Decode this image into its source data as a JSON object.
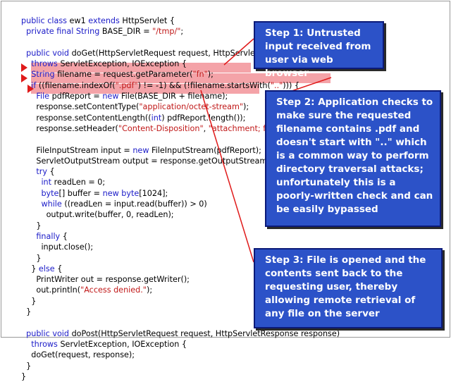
{
  "code_lines": [
    {
      "indent": 0,
      "parts": [
        {
          "t": "public class ",
          "c": "kw"
        },
        {
          "t": "ew1 ",
          "c": ""
        },
        {
          "t": "extends ",
          "c": "kw"
        },
        {
          "t": "HttpServlet {",
          "c": ""
        }
      ]
    },
    {
      "indent": 1,
      "parts": [
        {
          "t": "private final ",
          "c": "kw"
        },
        {
          "t": "String ",
          "c": "kw"
        },
        {
          "t": "BASE_DIR = ",
          "c": ""
        },
        {
          "t": "\"/tmp/\"",
          "c": "str"
        },
        {
          "t": ";",
          "c": ""
        }
      ]
    },
    {
      "indent": 0,
      "parts": []
    },
    {
      "indent": 1,
      "parts": [
        {
          "t": "public void ",
          "c": "kw"
        },
        {
          "t": "doGet(HttpServletRequest request, HttpServletResponse response)",
          "c": ""
        }
      ]
    },
    {
      "indent": 2,
      "parts": [
        {
          "t": "throws ",
          "c": "kw"
        },
        {
          "t": "ServletException, IOException {",
          "c": ""
        }
      ]
    },
    {
      "indent": 2,
      "parts": [
        {
          "t": "String ",
          "c": "kw"
        },
        {
          "t": "filename = request.getParameter(",
          "c": ""
        },
        {
          "t": "\"fn\"",
          "c": "str"
        },
        {
          "t": ");",
          "c": ""
        }
      ]
    },
    {
      "indent": 2,
      "parts": [
        {
          "t": "if ",
          "c": "kw"
        },
        {
          "t": "((filename.indexOf(",
          "c": ""
        },
        {
          "t": "\".pdf\"",
          "c": "str"
        },
        {
          "t": ") != -1) && (!filename.startsWith(",
          "c": ""
        },
        {
          "t": "\"..\"",
          "c": "str"
        },
        {
          "t": "))) {",
          "c": ""
        }
      ]
    },
    {
      "indent": 3,
      "parts": [
        {
          "t": "File ",
          "c": "kw"
        },
        {
          "t": "pdfReport = ",
          "c": ""
        },
        {
          "t": "new ",
          "c": "kw"
        },
        {
          "t": "File(BASE_DIR + filename);",
          "c": ""
        }
      ]
    },
    {
      "indent": 3,
      "parts": [
        {
          "t": "response.setContentType(",
          "c": ""
        },
        {
          "t": "\"application/octet-stream\"",
          "c": "str"
        },
        {
          "t": ");",
          "c": ""
        }
      ]
    },
    {
      "indent": 3,
      "parts": [
        {
          "t": "response.setContentLength((",
          "c": ""
        },
        {
          "t": "int",
          "c": "kw"
        },
        {
          "t": ") pdfReport.length());",
          "c": ""
        }
      ]
    },
    {
      "indent": 3,
      "parts": [
        {
          "t": "response.setHeader(",
          "c": ""
        },
        {
          "t": "\"Content-Disposition\"",
          "c": "str"
        },
        {
          "t": ", ",
          "c": ""
        },
        {
          "t": "\"attachment; filename=\\\"report.pdf\\\"\"",
          "c": "str"
        },
        {
          "t": ");",
          "c": ""
        }
      ]
    },
    {
      "indent": 0,
      "parts": []
    },
    {
      "indent": 3,
      "parts": [
        {
          "t": "FileInputStream input = ",
          "c": ""
        },
        {
          "t": "new ",
          "c": "kw"
        },
        {
          "t": "FileInputStream(pdfReport);",
          "c": ""
        }
      ]
    },
    {
      "indent": 3,
      "parts": [
        {
          "t": "ServletOutputStream output = response.getOutputStream();",
          "c": ""
        }
      ]
    },
    {
      "indent": 3,
      "parts": [
        {
          "t": "try ",
          "c": "kw"
        },
        {
          "t": "{",
          "c": ""
        }
      ]
    },
    {
      "indent": 4,
      "parts": [
        {
          "t": "int ",
          "c": "kw"
        },
        {
          "t": "readLen = 0;",
          "c": ""
        }
      ]
    },
    {
      "indent": 4,
      "parts": [
        {
          "t": "byte",
          "c": "kw"
        },
        {
          "t": "[] buffer = ",
          "c": ""
        },
        {
          "t": "new byte",
          "c": "kw"
        },
        {
          "t": "[1024];",
          "c": ""
        }
      ]
    },
    {
      "indent": 4,
      "parts": [
        {
          "t": "while ",
          "c": "kw"
        },
        {
          "t": "((readLen = input.read(buffer)) > 0)",
          "c": ""
        }
      ]
    },
    {
      "indent": 5,
      "parts": [
        {
          "t": "output.write(buffer, 0, readLen);",
          "c": ""
        }
      ]
    },
    {
      "indent": 3,
      "parts": [
        {
          "t": "}",
          "c": ""
        }
      ]
    },
    {
      "indent": 3,
      "parts": [
        {
          "t": "finally ",
          "c": "kw"
        },
        {
          "t": "{",
          "c": ""
        }
      ]
    },
    {
      "indent": 4,
      "parts": [
        {
          "t": "input.close();",
          "c": ""
        }
      ]
    },
    {
      "indent": 3,
      "parts": [
        {
          "t": "}",
          "c": ""
        }
      ]
    },
    {
      "indent": 2,
      "parts": [
        {
          "t": "} ",
          "c": ""
        },
        {
          "t": "else ",
          "c": "kw"
        },
        {
          "t": "{",
          "c": ""
        }
      ]
    },
    {
      "indent": 3,
      "parts": [
        {
          "t": "PrintWriter out = response.getWriter();",
          "c": ""
        }
      ]
    },
    {
      "indent": 3,
      "parts": [
        {
          "t": "out.println(",
          "c": ""
        },
        {
          "t": "\"Access denied.\"",
          "c": "str"
        },
        {
          "t": ");",
          "c": ""
        }
      ]
    },
    {
      "indent": 2,
      "parts": [
        {
          "t": "}",
          "c": ""
        }
      ]
    },
    {
      "indent": 1,
      "parts": [
        {
          "t": "}",
          "c": ""
        }
      ]
    },
    {
      "indent": 0,
      "parts": []
    },
    {
      "indent": 1,
      "parts": [
        {
          "t": "public void ",
          "c": "kw"
        },
        {
          "t": "doPost(HttpServletRequest request, HttpServletResponse response)",
          "c": ""
        }
      ]
    },
    {
      "indent": 2,
      "parts": [
        {
          "t": "throws ",
          "c": "kw"
        },
        {
          "t": "ServletException, IOException {",
          "c": ""
        }
      ]
    },
    {
      "indent": 2,
      "parts": [
        {
          "t": "doGet(request, response);",
          "c": ""
        }
      ]
    },
    {
      "indent": 1,
      "parts": [
        {
          "t": "}",
          "c": ""
        }
      ]
    },
    {
      "indent": 0,
      "parts": [
        {
          "t": "}",
          "c": ""
        }
      ]
    }
  ],
  "highlighted_lines": [
    5,
    6,
    7
  ],
  "callouts": [
    {
      "id": "step-1",
      "text": "Step 1: Untrusted input received from user via web browser"
    },
    {
      "id": "step-2",
      "text": "Step 2: Application checks to make sure the requested filename contains .pdf and doesn't start with \"..\" which is a common way to perform directory traversal attacks; unfortunately this is a poorly-written check and can be easily bypassed"
    },
    {
      "id": "step-3",
      "text": "Step 3: File is opened and the contents sent back to the requesting user, thereby allowing remote retrieval of any file on the server"
    }
  ],
  "colors": {
    "keyword": "#1b1bc8",
    "string": "#c01818",
    "highlight": "#f4a3a8",
    "marker": "#e01b1b",
    "callout_bg": "#2c52c8",
    "callout_border": "#0b1a78",
    "connector": "#e01b1b"
  }
}
